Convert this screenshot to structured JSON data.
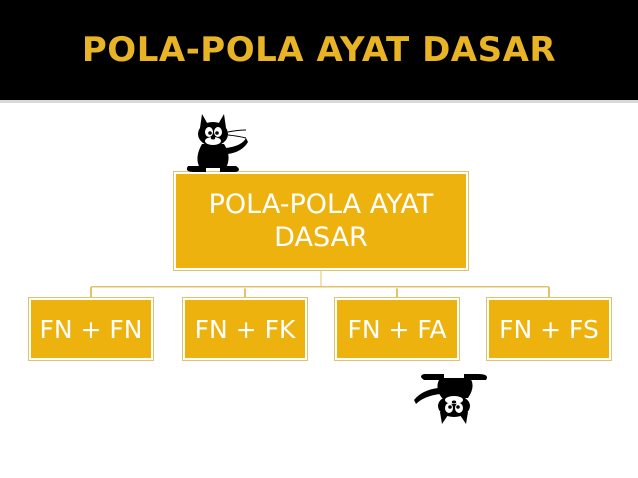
{
  "slide": {
    "title": "POLA-POLA AYAT DASAR"
  },
  "diagram": {
    "root": {
      "line1": "POLA-POLA AYAT",
      "line2": "DASAR"
    },
    "children": [
      {
        "label": "FN + FN"
      },
      {
        "label": "FN + FK"
      },
      {
        "label": "FN + FA"
      },
      {
        "label": "FN + FS"
      }
    ]
  },
  "colors": {
    "title_bar": "#000000",
    "title_text": "#e8b325",
    "node_fill": "#eeb20e",
    "node_text": "#ffffff",
    "connector": "#e3c36a"
  },
  "icons": [
    "cat-cartoon-icon",
    "cat-cartoon-inverted-icon"
  ]
}
